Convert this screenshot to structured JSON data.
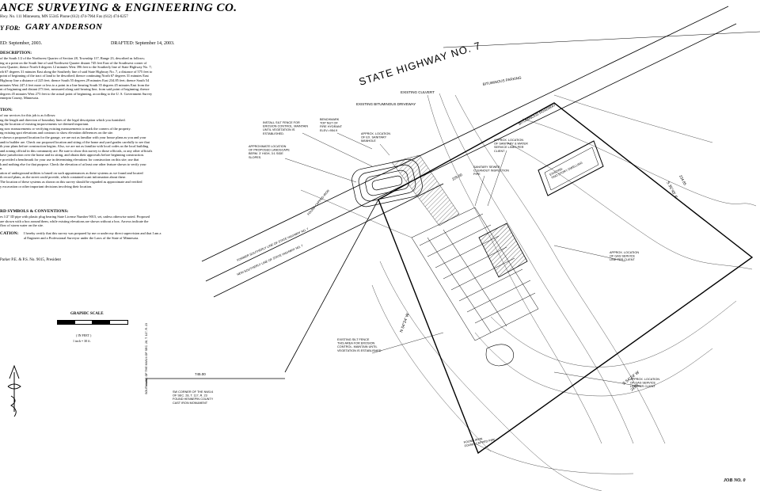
{
  "header": {
    "firm": "ANCE SURVEYING & ENGINEERING CO.",
    "address": "Hwy. No. 111   Minnesota, MN 55345   Phone (612) 474-7964   Fax (612) 474-6257",
    "client_label": "Y FOR:",
    "client": "GARY ANDERSON",
    "surveyed": "ED:  September, 2003.",
    "drafted": "DRAFTED:  September 14, 2003."
  },
  "sections": {
    "description_heading": "DESCRIPTION:",
    "description_lines": [
      "of the South 1/2 of the Northwest Quarter of Section 28, Township 117, Range 23, described as follows;",
      "ing at a point on the South line of said Northwest Quarter distant 745 feet East of the Southwest corner of",
      "west Quarter; thence North 6 degrees 12 minutes West 396 feet to the Southerly line of State Highway No. 7;",
      "rth 67 degrees 31 minutes East along the Southerly line of said State Highway No. 7, a distance of 575 feet to",
      "point of beginning of the tract of land to be described; thence continuing North 67 degrees 31 minutes East",
      "Highway line a distance of 225 feet; thence South 55 degrees 29 minutes East 234.85 feet; thence South 54",
      "minutes West 247.4 feet more or less to a point in a line bearing South 35 degrees 45 minutes East from the",
      "nt of beginning and distant 273 feet, measured along said bearing line, from said point of beginning; thence",
      "degrees 45 minutes West 273 feet to the actual point of beginning, according to the U. S. Government Survey",
      "ennepin County, Minnesota."
    ],
    "notes_heading": "TION:",
    "notes_lines": [
      "of our services for this job is as follows:",
      "ng the length and direction of boundary lines of the legal description which you furnished.",
      "ng the location of existing improvements we deemed important.",
      "ng now measurements or verifying existing measurements to mark the corners of the property.",
      "ng existing spot elevations and contours to show elevation differences on the site.",
      "e shown a proposed location for the garage, we are not as familiar with your house plans as you and your",
      "and/or builder are.  Check our proposed location and siting of the home and yard grades carefully to see that",
      "th your plans before construction begins.  Also, we are not as familiar with local codes as the local building",
      "and zoning official in this community are.  Be sure to show this survey to those officials, or any other officials",
      "have jurisdiction over the home and its siting, and obtain their approvals before beginning construction.",
      "e provided a benchmark for your use in determining elevations for construction on this site; use that",
      "k and nothing else for that purpose.  Check the elevation of at least one other feature shown to verify your",
      "n.",
      "ation of underground utilities is based on such appurtenances as these systems as we found and located",
      "th record plans, as the street could provide, which contained scant information about these.",
      "The location of these systems as shown on this survey should be regarded as approximate and verified",
      "y excavation or other important decisions involving their location."
    ],
    "symbols_heading": "RD SYMBOLS & CONVENTIONS:",
    "symbols_lines": [
      "es 1/2\" ID pipe with plastic plug bearing State  License Number 9015, set, unless otherwise noted.  Proposed",
      "are shown with a box around them, while existing elevations are shown without a box.  Arrows indicate the",
      "flow of storm water on the site."
    ],
    "cert_heading": "CATION:",
    "cert_lines": [
      "I hereby certify that this survey was prepared by me or under my direct supervision and that I am a",
      "al Engineer and a Professional Surveyor under the Laws of the State of Minnesota."
    ],
    "signature": "Parker P.E. & P.S. No. 9015, President"
  },
  "scale": {
    "title": "GRAPHIC SCALE",
    "units1": "( IN FEET )",
    "units2": "1 inch = 30  ft."
  },
  "map": {
    "highway": "STATE HIGHWAY NO. 7",
    "existing_culvert": "EXISTING CULVERT",
    "existing_driveway": "EXISTING BITUMINOUS DRIVEWAY",
    "silt_fence_1": [
      "INSTALL SILT FENCE FOR",
      "EROSION CONTROL. MAINTAIN",
      "UNTIL VEGETATION IS",
      "ESTABLISHED."
    ],
    "benchmark": [
      "BENCHMARK",
      "TOP NUT OF",
      "FIRE HYDRANT",
      "ELEV.=954.9"
    ],
    "approx_sanitary": [
      "APPROX. LOCATION",
      "OF EX. SANITARY",
      "MANHOLE"
    ],
    "berm": [
      "APPROXIMATE LOCATION",
      "OF PROPOSED LANDSCAPE",
      "BERM. 3' HIGH, 3:1 SIDE",
      "SLOPES."
    ],
    "sanitary_water": [
      "APPROX. LOCATION",
      "OF SANITARY & WATER",
      "SERVICE LINES PER",
      "CLIENT"
    ],
    "sanitary_sewer": [
      "SANITARY SEWER",
      "CLEANOUT INSPECTION",
      "PIPE"
    ],
    "gas_service_1": [
      "APPROX. LOCATION",
      "OF GAS SERVICE",
      "LINE PER CLIENT"
    ],
    "silt_fence_2": [
      "EXISTING SILT FENCE",
      "THIS AREA FOR EROSION",
      "CONTROL. MAINTAIN UNTIL",
      "VEGETATION IS ESTABLISHED"
    ],
    "gas_service_2": [
      "APPROX. LOCATION",
      "OF GAS SERVICE",
      "LINE PER CLIENT"
    ],
    "existing_dwelling": [
      "EXISTING",
      "TWO STORY DWELLING"
    ],
    "bituminous_parking": "BITUMINOUS PARKING",
    "bituminous_roadway": "BITUMINOUS ROADWAY",
    "former_line": "FORMER SOUTHERLY LINE OF STATE HIGHWAY NO. 7",
    "new_line": "NEW SOUTHERLY LINE OF STATE HIGHWAY NO. 7",
    "found_pipe": "FOUND CAPPED IRON",
    "dim_745": "745.00",
    "south_line": "SOUTH LINE OF THE NW1/4 OF SEC. 28, T. 117, R. 23",
    "sw_corner": [
      "SW CORNER OF THE NW1/4",
      "OF SEC. 28, T. 117, R. 23",
      "FOUND HENNEPIN COUNTY",
      "CAST IRON MONUMENT"
    ],
    "found_iron": [
      "FOUND IRON",
      "FOUND CAPPED PIPE"
    ],
    "bearing_1": "N 55°29' E",
    "bearing_2": "S 35°45' E",
    "bearing_3": "N 54°24' W",
    "bearing_4": "S 54°24' W",
    "dist_1": "225.00",
    "dist_2": "234.85",
    "dist_3": "247.4"
  },
  "job": "JOB NO. 0"
}
